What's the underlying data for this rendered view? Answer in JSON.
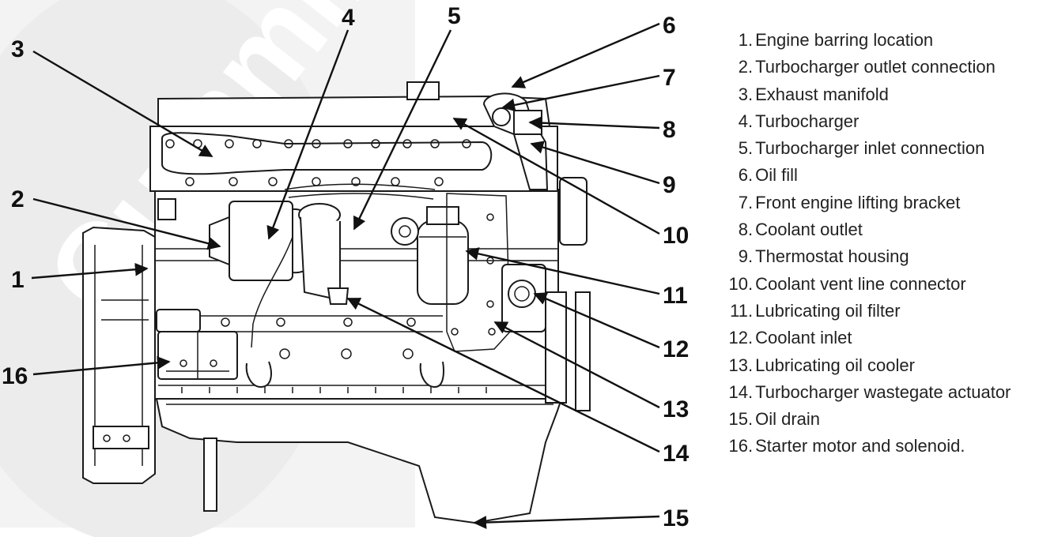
{
  "callouts": [
    {
      "number": "1",
      "label": "Engine barring location"
    },
    {
      "number": "2",
      "label": "Turbocharger outlet connection"
    },
    {
      "number": "3",
      "label": "Exhaust manifold"
    },
    {
      "number": "4",
      "label": "Turbocharger"
    },
    {
      "number": "5",
      "label": "Turbocharger inlet connection"
    },
    {
      "number": "6",
      "label": "Oil fill"
    },
    {
      "number": "7",
      "label": "Front engine lifting bracket"
    },
    {
      "number": "8",
      "label": "Coolant outlet"
    },
    {
      "number": "9",
      "label": "Thermostat housing"
    },
    {
      "number": "10",
      "label": "Coolant vent line connector"
    },
    {
      "number": "11",
      "label": "Lubricating oil filter"
    },
    {
      "number": "12",
      "label": "Coolant inlet"
    },
    {
      "number": "13",
      "label": "Lubricating oil cooler"
    },
    {
      "number": "14",
      "label": "Turbocharger wastegate actuator"
    },
    {
      "number": "15",
      "label": "Oil drain"
    },
    {
      "number": "16",
      "label": "Starter motor and solenoid."
    }
  ],
  "watermark_text": "Cummins",
  "registered_mark": "®"
}
